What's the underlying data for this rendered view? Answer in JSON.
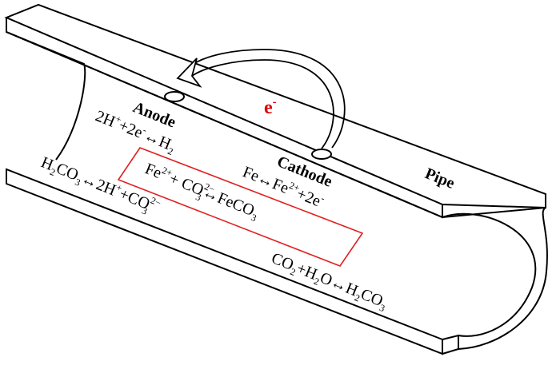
{
  "labels": {
    "anode": "Anode",
    "cathode": "Cathode",
    "pipe": "Pipe",
    "electron_base": "e",
    "electron_sup": "-"
  },
  "reactions": {
    "anode_reaction": {
      "p1": "2H",
      "p1_sup": "+",
      "p2": "+2e",
      "p2_sup": "-",
      "p3": "↔H",
      "p3_sub": "2"
    },
    "cathode_reaction": {
      "p1": "Fe↔Fe",
      "p1_sup": "2+",
      "p2": "+2e",
      "p2_sup": "-"
    },
    "carbonic_dissociation": {
      "p1": "H",
      "p1_sub": "2",
      "p2": "CO",
      "p2_sub": "3",
      "p3": "↔2H",
      "p3_sup": "+",
      "p4": "+CO",
      "p4_sup": "2−",
      "p4_sub": "3"
    },
    "siderite_formation": {
      "p1": "Fe",
      "p1_sup": "2+",
      "p2": "+ CO",
      "p2_sup": "2−",
      "p2_sub": "3",
      "p3": "↔FeCO",
      "p3_sub": "3"
    },
    "carbonic_formation": {
      "p1": "CO",
      "p1_sub": "2",
      "p2": "+H",
      "p2_sub": "2",
      "p3": "O↔H",
      "p3_sub": "2",
      "p4": "CO",
      "p4_sub": "3"
    }
  },
  "colors": {
    "outline": "#000000",
    "electron": "#e00000",
    "highlight_box": "#e02020"
  }
}
